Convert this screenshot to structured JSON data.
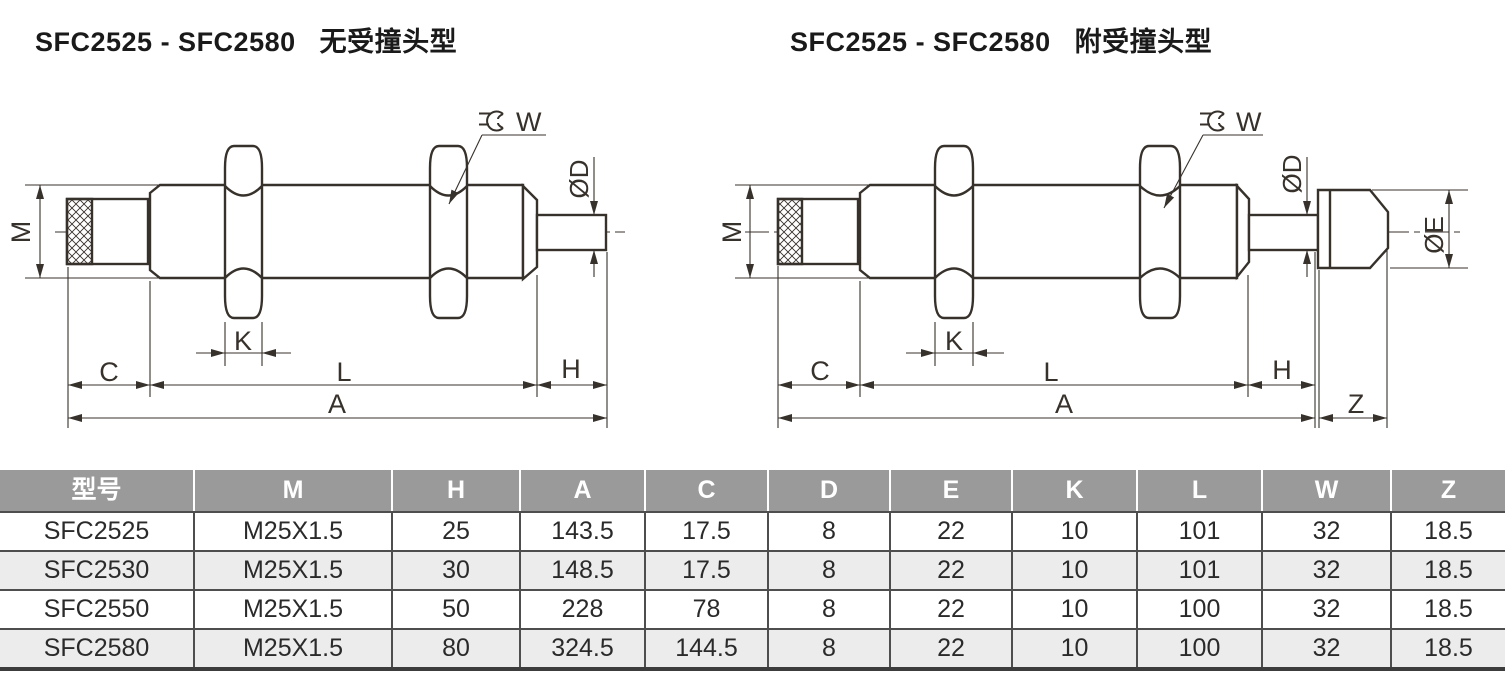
{
  "titles": {
    "left": "SFC2525 - SFC2580   无受撞头型",
    "right": "SFC2525 - SFC2580   附受撞头型"
  },
  "drawing": {
    "line_color": "#37312b",
    "labels_left": {
      "M": "M",
      "W": "W",
      "OD": "ØD",
      "K": "K",
      "C": "C",
      "L": "L",
      "H": "H",
      "A": "A"
    },
    "labels_right": {
      "M": "M",
      "W": "W",
      "OD": "ØD",
      "OE": "ØE",
      "K": "K",
      "C": "C",
      "L": "L",
      "H": "H",
      "A": "A",
      "Z": "Z"
    }
  },
  "table": {
    "headers": [
      "型号",
      "M",
      "H",
      "A",
      "C",
      "D",
      "E",
      "K",
      "L",
      "W",
      "Z"
    ],
    "rows": [
      [
        "SFC2525",
        "M25X1.5",
        "25",
        "143.5",
        "17.5",
        "8",
        "22",
        "10",
        "101",
        "32",
        "18.5"
      ],
      [
        "SFC2530",
        "M25X1.5",
        "30",
        "148.5",
        "17.5",
        "8",
        "22",
        "10",
        "101",
        "32",
        "18.5"
      ],
      [
        "SFC2550",
        "M25X1.5",
        "50",
        "228",
        "78",
        "8",
        "22",
        "10",
        "100",
        "32",
        "18.5"
      ],
      [
        "SFC2580",
        "M25X1.5",
        "80",
        "324.5",
        "144.5",
        "8",
        "22",
        "10",
        "100",
        "32",
        "18.5"
      ]
    ],
    "style": {
      "header_bg": "#9a9a9a",
      "header_text": "#ffffff",
      "alt_row_bg": "#ececec",
      "grid_color": "#4e4e4e",
      "bottom_border": "#3c3c3c"
    }
  }
}
